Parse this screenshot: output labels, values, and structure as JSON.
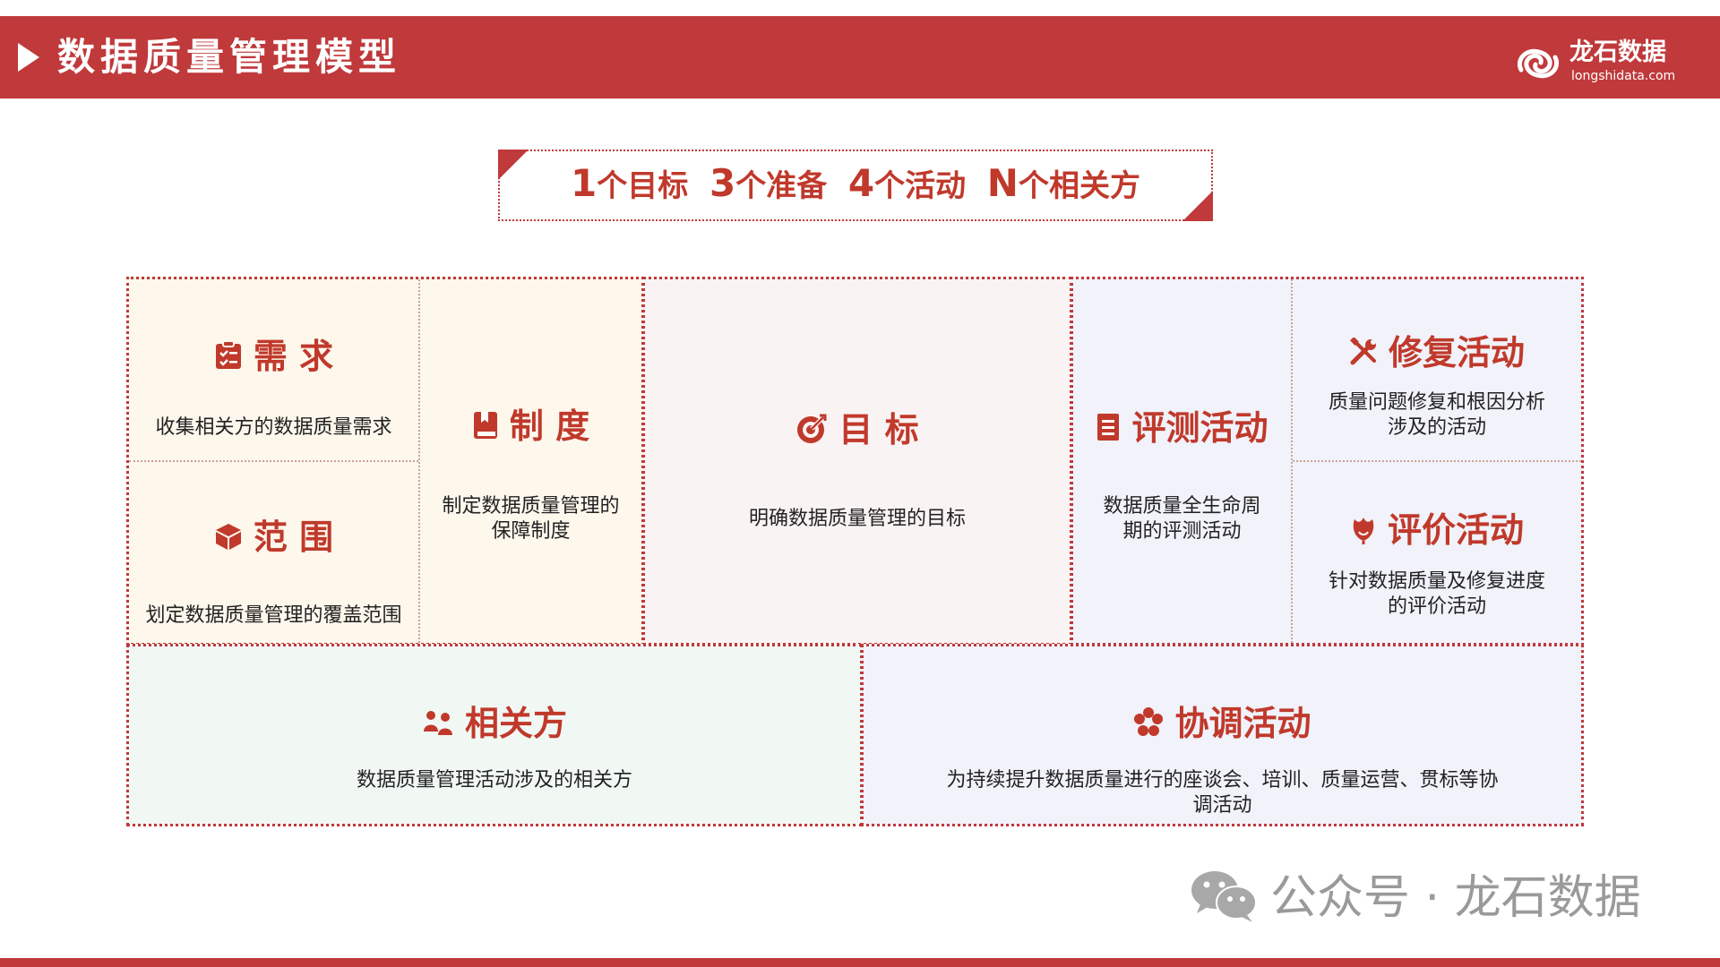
{
  "header": {
    "title": "数据质量管理模型",
    "logo_name": "龙石数据",
    "logo_url": "longshidata.com"
  },
  "banner": {
    "n1": "1",
    "t1": "个目标",
    "n2": "3",
    "t2": "个准备",
    "n3": "4",
    "t3": "个活动",
    "n4": "N",
    "t4": "个相关方"
  },
  "cells": {
    "demand": {
      "title": "需 求",
      "desc": "收集相关方的数据质量需求",
      "icon": "clipboard-icon"
    },
    "scope": {
      "title": "范 围",
      "desc": "划定数据质量管理的覆盖范围",
      "icon": "cube-icon"
    },
    "system": {
      "title": "制 度",
      "desc1": "制定数据质量管理的",
      "desc2": "保障制度",
      "icon": "book-icon"
    },
    "goal": {
      "title": "目 标",
      "desc": "明确数据质量管理的目标",
      "icon": "target-icon"
    },
    "evaluate": {
      "title": "评测活动",
      "desc1": "数据质量全生命周",
      "desc2": "期的评测活动",
      "icon": "document-icon"
    },
    "repair": {
      "title": "修复活动",
      "desc1": "质量问题修复和根因分析",
      "desc2": "涉及的活动",
      "icon": "tools-icon"
    },
    "assess": {
      "title": "评价活动",
      "desc1": "针对数据质量及修复进度",
      "desc2": "的评价活动",
      "icon": "flower-icon"
    },
    "stakeholder": {
      "title": "相关方",
      "desc": "数据质量管理活动涉及的相关方",
      "icon": "people-icon"
    },
    "coordinate": {
      "title": "协调活动",
      "desc1": "为持续提升数据质量进行的座谈会、培训、质量运营、贯标等协",
      "desc2": "调活动",
      "icon": "gear-icon"
    }
  },
  "watermark": {
    "text": "公众号 · 龙石数据",
    "icon": "wechat-icon"
  },
  "colors": {
    "brand_red": "#c0393b",
    "bg_beige": "#fdf7ec",
    "bg_pink": "#faf3f3",
    "bg_lavender": "#f1f2fa",
    "bg_green": "#f1f8f4"
  }
}
